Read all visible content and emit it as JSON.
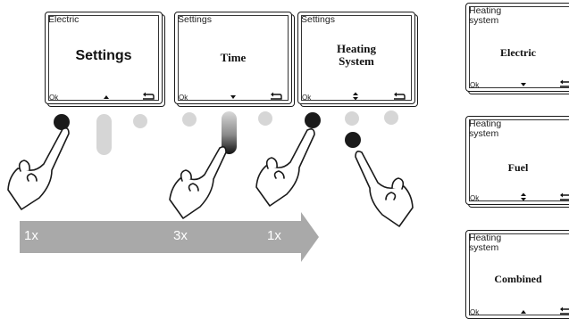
{
  "screens": [
    {
      "header": "Electric",
      "center": "Settings",
      "ok": "Ok",
      "nav": "arrow-up-icon"
    },
    {
      "header": "Settings",
      "center": "Time",
      "ok": "Ok",
      "nav": "arrow-down-icon"
    },
    {
      "header": "Settings",
      "center": "Heating\nSystem",
      "ok": "Ok",
      "nav": "arrow-up-down-icon"
    }
  ],
  "options": [
    {
      "header": "Heating\nsystem",
      "center": "Electric",
      "ok": "Ok",
      "nav": "arrow-down-icon"
    },
    {
      "header": "Heating\nsystem",
      "center": "Fuel",
      "ok": "Ok",
      "nav": "arrow-up-down-icon"
    },
    {
      "header": "Heating\nsystem",
      "center": "Combined",
      "ok": "Ok",
      "nav": "arrow-up-icon"
    }
  ],
  "steps": [
    "1x",
    "3x",
    "1x"
  ],
  "colors": {
    "arrow": "#a9a9a9",
    "button_light": "#d4d4d4",
    "button_dark": "#1a1a1a"
  }
}
